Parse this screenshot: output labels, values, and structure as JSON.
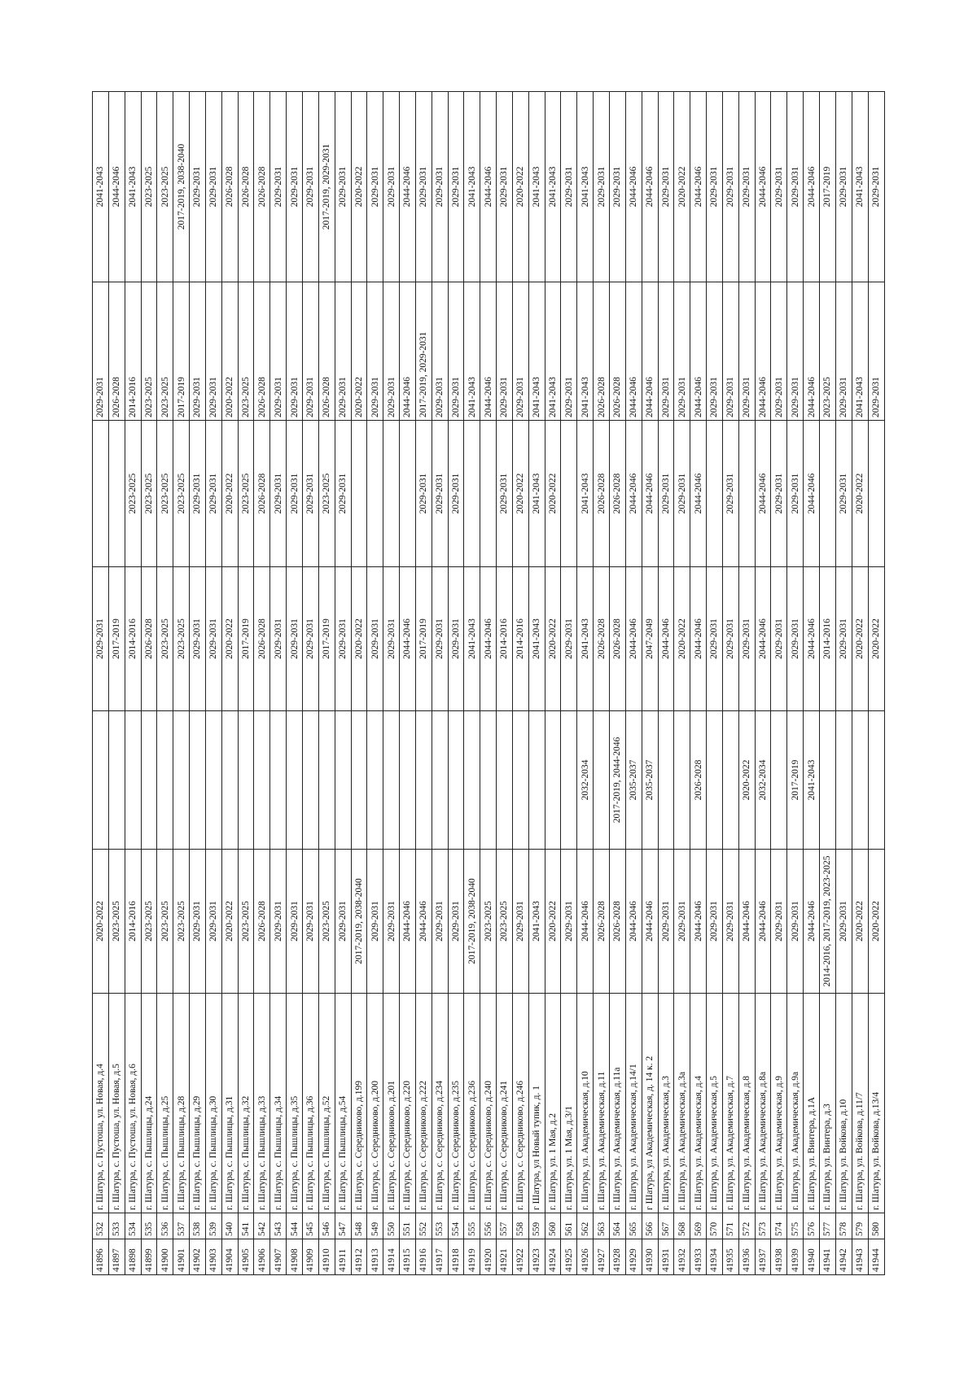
{
  "table": {
    "rows": [
      [
        "41896",
        "532",
        "г. Шатура, с. Пустоша, ул. Новая, д.4",
        "2020-2022",
        "",
        "2029-2031",
        "",
        "2029-2031",
        "2041-2043"
      ],
      [
        "41897",
        "533",
        "г. Шатура, с. Пустоша, ул. Новая, д.5",
        "2023-2025",
        "",
        "2017-2019",
        "",
        "2026-2028",
        "2044-2046"
      ],
      [
        "41898",
        "534",
        "г. Шатура, с. Пустоша, ул. Новая, д.6",
        "2014-2016",
        "",
        "2014-2016",
        "2023-2025",
        "2014-2016",
        "2041-2043"
      ],
      [
        "41899",
        "535",
        "г. Шатура, с. Пышлицы, д.24",
        "2023-2025",
        "",
        "2026-2028",
        "2023-2025",
        "2023-2025",
        "2023-2025"
      ],
      [
        "41900",
        "536",
        "г. Шатура, с. Пышлицы, д.25",
        "2023-2025",
        "",
        "2023-2025",
        "2023-2025",
        "2023-2025",
        "2023-2025"
      ],
      [
        "41901",
        "537",
        "г. Шатура, с. Пышлицы, д.28",
        "2023-2025",
        "",
        "2023-2025",
        "2023-2025",
        "2017-2019",
        "2017-2019, 2038-2040"
      ],
      [
        "41902",
        "538",
        "г. Шатура, с. Пышлицы, д.29",
        "2029-2031",
        "",
        "2029-2031",
        "2029-2031",
        "2029-2031",
        "2029-2031"
      ],
      [
        "41903",
        "539",
        "г. Шатура, с. Пышлицы, д.30",
        "2029-2031",
        "",
        "2029-2031",
        "2029-2031",
        "2029-2031",
        "2029-2031"
      ],
      [
        "41904",
        "540",
        "г. Шатура, с. Пышлицы, д.31",
        "2020-2022",
        "",
        "2020-2022",
        "2020-2022",
        "2020-2022",
        "2026-2028"
      ],
      [
        "41905",
        "541",
        "г. Шатура, с. Пышлицы, д.32",
        "2023-2025",
        "",
        "2017-2019",
        "2023-2025",
        "2023-2025",
        "2026-2028"
      ],
      [
        "41906",
        "542",
        "г. Шатура, с. Пышлицы, д.33",
        "2026-2028",
        "",
        "2026-2028",
        "2026-2028",
        "2026-2028",
        "2026-2028"
      ],
      [
        "41907",
        "543",
        "г. Шатура, с. Пышлицы, д.34",
        "2029-2031",
        "",
        "2029-2031",
        "2029-2031",
        "2029-2031",
        "2029-2031"
      ],
      [
        "41908",
        "544",
        "г. Шатура, с. Пышлицы, д.35",
        "2029-2031",
        "",
        "2029-2031",
        "2029-2031",
        "2029-2031",
        "2029-2031"
      ],
      [
        "41909",
        "545",
        "г. Шатура, с. Пышлицы, д.36",
        "2029-2031",
        "",
        "2029-2031",
        "2029-2031",
        "2029-2031",
        "2029-2031"
      ],
      [
        "41910",
        "546",
        "г. Шатура, с. Пышлицы, д.52",
        "2023-2025",
        "",
        "2017-2019",
        "2023-2025",
        "2026-2028",
        "2017-2019, 2029-2031"
      ],
      [
        "41911",
        "547",
        "г. Шатура, с. Пышлицы, д.54",
        "2029-2031",
        "",
        "2029-2031",
        "2029-2031",
        "2029-2031",
        "2029-2031"
      ],
      [
        "41912",
        "548",
        "г. Шатура, с. Середниково, д.199",
        "2017-2019, 2038-2040",
        "",
        "2020-2022",
        "",
        "2020-2022",
        "2020-2022"
      ],
      [
        "41913",
        "549",
        "г. Шатура, с. Середниково, д.200",
        "2029-2031",
        "",
        "2029-2031",
        "",
        "2029-2031",
        "2029-2031"
      ],
      [
        "41914",
        "550",
        "г. Шатура, с. Середниково, д.201",
        "2029-2031",
        "",
        "2029-2031",
        "",
        "2029-2031",
        "2029-2031"
      ],
      [
        "41915",
        "551",
        "г. Шатура, с. Середниково, д.220",
        "2044-2046",
        "",
        "2044-2046",
        "",
        "2044-2046",
        "2044-2046"
      ],
      [
        "41916",
        "552",
        "г. Шатура, с. Середниково, д.222",
        "2044-2046",
        "",
        "2017-2019",
        "2029-2031",
        "2017-2019, 2029-2031",
        "2029-2031"
      ],
      [
        "41917",
        "553",
        "г. Шатура, с. Середниково, д.234",
        "2029-2031",
        "",
        "2029-2031",
        "2029-2031",
        "2029-2031",
        "2029-2031"
      ],
      [
        "41918",
        "554",
        "г. Шатура, с. Середниково, д.235",
        "2029-2031",
        "",
        "2029-2031",
        "2029-2031",
        "2029-2031",
        "2029-2031"
      ],
      [
        "41919",
        "555",
        "г. Шатура, с. Середниково, д.236",
        "2017-2019, 2038-2040",
        "",
        "2041-2043",
        "",
        "2041-2043",
        "2041-2043"
      ],
      [
        "41920",
        "556",
        "г. Шатура, с. Середниково, д.240",
        "2023-2025",
        "",
        "2044-2046",
        "",
        "2044-2046",
        "2044-2046"
      ],
      [
        "41921",
        "557",
        "г. Шатура, с. Середниково, д.241",
        "2023-2025",
        "",
        "2014-2016",
        "2029-2031",
        "2029-2031",
        "2029-2031"
      ],
      [
        "41922",
        "558",
        "г. Шатура, с. Середниково, д.246",
        "2029-2031",
        "",
        "2014-2016",
        "2020-2022",
        "2029-2031",
        "2020-2022"
      ],
      [
        "41923",
        "559",
        "г Шатура, ул Новый тупик, д. 1",
        "2041-2043",
        "",
        "2041-2043",
        "2041-2043",
        "2041-2043",
        "2041-2043"
      ],
      [
        "41924",
        "560",
        "г. Шатура, ул. 1 Мая, д.2",
        "2020-2022",
        "",
        "2020-2022",
        "2020-2022",
        "2041-2043",
        "2041-2043"
      ],
      [
        "41925",
        "561",
        "г. Шатура, ул. 1 Мая, д.3/1",
        "2029-2031",
        "",
        "2029-2031",
        "",
        "2029-2031",
        "2029-2031"
      ],
      [
        "41926",
        "562",
        "г. Шатура, ул. Академическая, д.10",
        "2044-2046",
        "2032-2034",
        "2041-2043",
        "2041-2043",
        "2041-2043",
        "2041-2043"
      ],
      [
        "41927",
        "563",
        "г. Шатура, ул. Академическая, д.11",
        "2026-2028",
        "",
        "2026-2028",
        "2026-2028",
        "2026-2028",
        "2029-2031"
      ],
      [
        "41928",
        "564",
        "г. Шатура, ул. Академическая, д.11а",
        "2026-2028",
        "2017-2019, 2044-2046",
        "2026-2028",
        "2026-2028",
        "2026-2028",
        "2029-2031"
      ],
      [
        "41929",
        "565",
        "г. Шатура, ул. Академическая, д.14/1",
        "2044-2046",
        "2035-2037",
        "2044-2046",
        "2044-2046",
        "2044-2046",
        "2044-2046"
      ],
      [
        "41930",
        "566",
        "г Шатура, ул Академическая, д. 14 к. 2",
        "2044-2046",
        "2035-2037",
        "2047-2049",
        "2044-2046",
        "2044-2046",
        "2044-2046"
      ],
      [
        "41931",
        "567",
        "г. Шатура, ул. Академическая, д.3",
        "2029-2031",
        "",
        "2044-2046",
        "2029-2031",
        "2029-2031",
        "2029-2031"
      ],
      [
        "41932",
        "568",
        "г. Шатура, ул. Академическая, д.3а",
        "2029-2031",
        "",
        "2020-2022",
        "2029-2031",
        "2029-2031",
        "2020-2022"
      ],
      [
        "41933",
        "569",
        "г. Шатура, ул. Академическая, д.4",
        "2044-2046",
        "2026-2028",
        "2044-2046",
        "2044-2046",
        "2044-2046",
        "2044-2046"
      ],
      [
        "41934",
        "570",
        "г. Шатура, ул. Академическая, д.5",
        "2029-2031",
        "",
        "2029-2031",
        "",
        "2029-2031",
        "2029-2031"
      ],
      [
        "41935",
        "571",
        "г. Шатура, ул. Академическая, д.7",
        "2029-2031",
        "",
        "2029-2031",
        "2029-2031",
        "2029-2031",
        "2029-2031"
      ],
      [
        "41936",
        "572",
        "г. Шатура, ул. Академическая, д.8",
        "2044-2046",
        "2020-2022",
        "2029-2031",
        "",
        "2029-2031",
        "2029-2031"
      ],
      [
        "41937",
        "573",
        "г. Шатура, ул. Академическая, д.8а",
        "2044-2046",
        "2032-2034",
        "2044-2046",
        "2044-2046",
        "2044-2046",
        "2044-2046"
      ],
      [
        "41938",
        "574",
        "г. Шатура, ул. Академическая, д.9",
        "2029-2031",
        "",
        "2029-2031",
        "2029-2031",
        "2029-2031",
        "2029-2031"
      ],
      [
        "41939",
        "575",
        "г. Шатура, ул. Академическая, д.9а",
        "2029-2031",
        "2017-2019",
        "2029-2031",
        "2029-2031",
        "2029-2031",
        "2029-2031"
      ],
      [
        "41940",
        "576",
        "г. Шатура, ул. Винтера, д.1А",
        "2044-2046",
        "2041-2043",
        "2044-2046",
        "2044-2046",
        "2044-2046",
        "2044-2046"
      ],
      [
        "41941",
        "577",
        "г. Шатура, ул. Винтера, д.3",
        "2014-2016, 2017-2019, 2023-2025",
        "",
        "2014-2016",
        "",
        "2023-2025",
        "2017-2019"
      ],
      [
        "41942",
        "578",
        "г. Шатура, ул. Войкова, д.10",
        "2029-2031",
        "",
        "2029-2031",
        "2029-2031",
        "2029-2031",
        "2029-2031"
      ],
      [
        "41943",
        "579",
        "г. Шатура, ул. Войкова, д.11/7",
        "2020-2022",
        "",
        "2020-2022",
        "2020-2022",
        "2041-2043",
        "2041-2043"
      ],
      [
        "41944",
        "580",
        "г. Шатура, ул. Войкова, д.13/4",
        "2020-2022",
        "",
        "2020-2022",
        "",
        "2029-2031",
        "2029-2031"
      ]
    ]
  }
}
